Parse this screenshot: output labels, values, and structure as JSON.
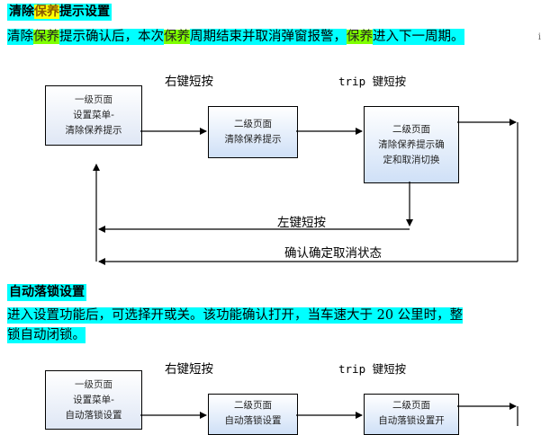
{
  "section1": {
    "title_prefix": "清除",
    "title_hl": "保养",
    "title_suffix": "提示设置",
    "para": [
      {
        "t": "清除",
        "k": "n"
      },
      {
        "t": "保养",
        "k": "y"
      },
      {
        "t": "提示确认后，本次",
        "k": "n"
      },
      {
        "t": "保养",
        "k": "y"
      },
      {
        "t": "周期结束并取消弹窗报警，",
        "k": "n"
      },
      {
        "t": "保养",
        "k": "y"
      },
      {
        "t": "进入下一周期。",
        "k": "n"
      }
    ],
    "box1": {
      "line1": "一级页面",
      "line2": "设置菜单-",
      "line3": "清除保养提示"
    },
    "box2": {
      "line1": "二级页面",
      "line2": "清除保养提示"
    },
    "box3": {
      "line1": "二级页面",
      "line2": "清除保养提示确",
      "line3": "定和取消切换"
    },
    "label_right": "右键短按",
    "label_trip": "trip 键短按",
    "label_left": "左键短按",
    "label_confirm": "确认确定取消状态"
  },
  "section2": {
    "title": "自动落锁设置",
    "para_line1": "进入设置功能后，可选择开或关。该功能确认打开，当车速大于 20 公里时，整",
    "para_line2": "锁自动闭锁。",
    "box1": {
      "line1": "一级页面",
      "line2": "设置菜单-",
      "line3": "自动落锁设置"
    },
    "box2": {
      "line1": "二级页面",
      "line2": "自动落锁设置"
    },
    "box3": {
      "line1": "二级页面",
      "line2": "自动落锁设置开"
    },
    "label_right": "右键短按",
    "label_trip": "trip 键短按"
  },
  "edge_mark": "i"
}
